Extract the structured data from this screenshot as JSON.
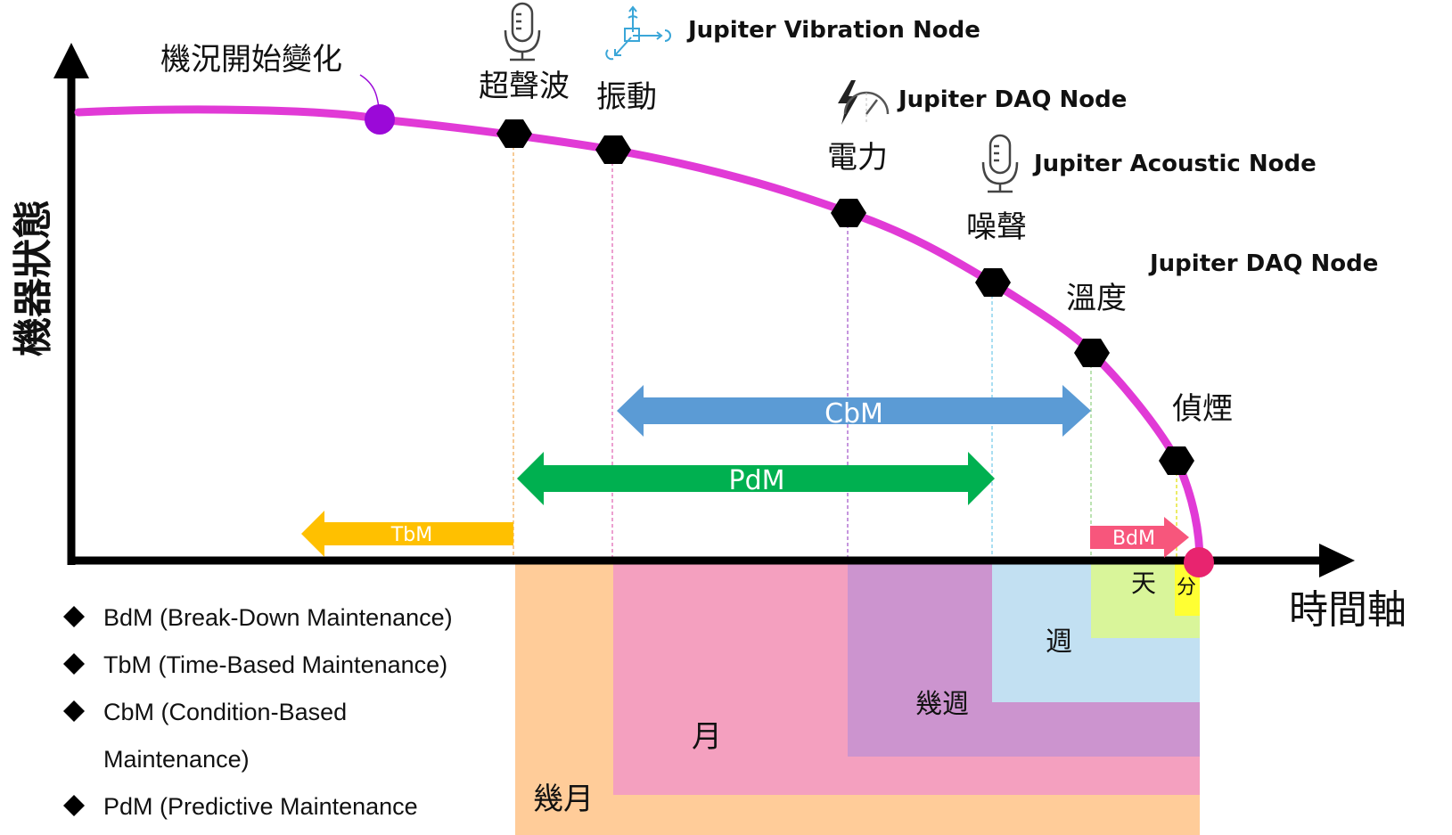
{
  "y_axis_label": "機器狀態",
  "x_axis_label": "時間軸",
  "degradation_start_label": "機況開始變化",
  "detection_points": [
    {
      "label": "超聲波"
    },
    {
      "label": "振動"
    },
    {
      "label": "電力"
    },
    {
      "label": "噪聲"
    },
    {
      "label": "溫度"
    },
    {
      "label": "偵煙"
    }
  ],
  "nodes": {
    "vibration": "Jupiter Vibration Node",
    "daq_1": "Jupiter DAQ Node",
    "acoustic": "Jupiter Acoustic Node",
    "daq_2": "Jupiter DAQ Node"
  },
  "arrows": {
    "cbm": "CbM",
    "pdm": "PdM",
    "tbm": "TbM",
    "bdm": "BdM"
  },
  "time_regions": {
    "months": "幾月",
    "month": "月",
    "weeks": "幾週",
    "week": "週",
    "day": "天",
    "minute": "分"
  },
  "legend": [
    "BdM (Break-Down Maintenance)",
    "TbM (Time-Based Maintenance)",
    "CbM (Condition-Based",
    "Maintenance)",
    "PdM (Predictive Maintenance"
  ],
  "colors": {
    "curve": "#e13ad6",
    "start_marker": "#9b09d8",
    "end_marker": "#e8246f",
    "cbm": "#5b9bd5",
    "pdm": "#00b050",
    "tbm": "#ffc000",
    "bdm": "#f7567c",
    "region_months": "#ffcc99",
    "region_month": "#f4a0bf",
    "region_weeks": "#cc94cf",
    "region_week": "#c2e0f2",
    "region_day": "#d9f59a",
    "region_minute": "#ffff33"
  }
}
